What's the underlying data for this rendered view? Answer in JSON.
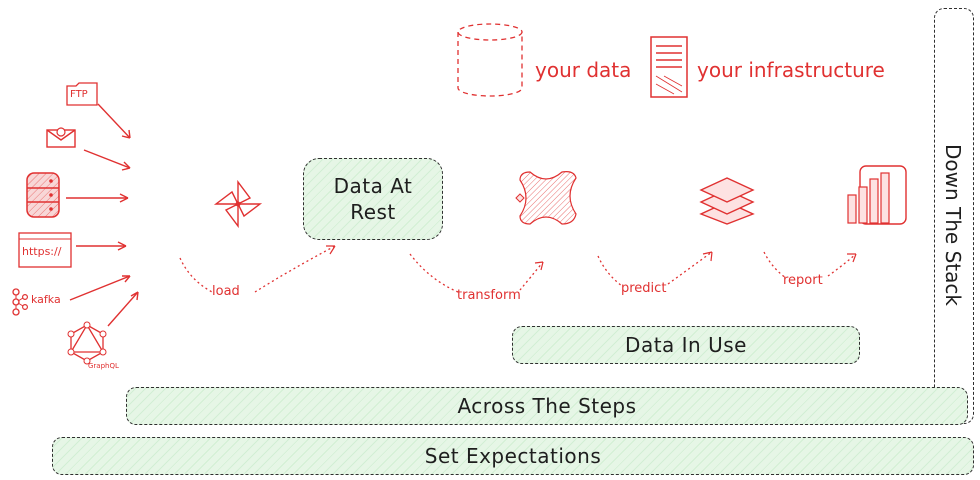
{
  "legend": {
    "your_data": "your data",
    "your_infrastructure": "your infrastructure"
  },
  "sources": {
    "ftp": "FTP",
    "https": "https://",
    "kafka": "kafka",
    "graphql": "GraphQL"
  },
  "center_box": {
    "line1": "Data At",
    "line2": "Rest"
  },
  "steps": {
    "load": "load",
    "transform": "transform",
    "predict": "predict",
    "report": "report"
  },
  "bands": {
    "data_in_use": "Data In Use",
    "across_the_steps": "Across The Steps",
    "set_expectations": "Set Expectations",
    "down_the_stack": "Down The Stack"
  },
  "colors": {
    "accent_red": "#e03131",
    "green_fill": "#d2efd4",
    "border": "#2f2f2f"
  },
  "icons": [
    "pinwheel-icon",
    "dbt-icon",
    "layers-icon",
    "powerbi-icon",
    "database-icon",
    "server-icon",
    "email-icon",
    "kafka-icon",
    "graphql-icon"
  ]
}
